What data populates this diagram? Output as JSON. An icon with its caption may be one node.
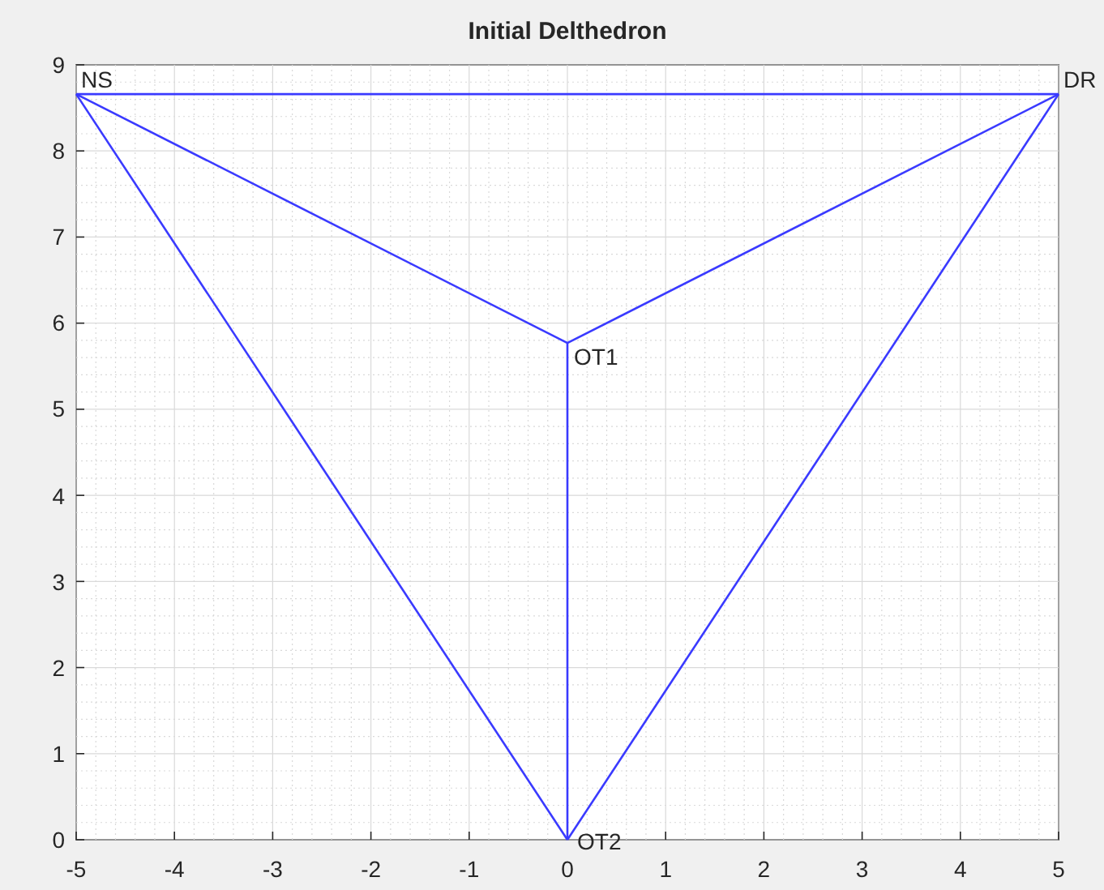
{
  "diagram": {
    "title": "Initial Delthedron",
    "nodes": [
      {
        "text": [
          "NS"
        ]
      },
      {
        "text": [
          "DR"
        ]
      },
      {
        "text": [
          "OT1"
        ]
      },
      {
        "text": [
          "OT2"
        ]
      }
    ],
    "edges": [
      {
        "from": 0,
        "to": 1,
        "arrow": "none"
      },
      {
        "from": 0,
        "to": 2,
        "arrow": "none"
      },
      {
        "from": 1,
        "to": 2,
        "arrow": "none"
      },
      {
        "from": 0,
        "to": 3,
        "arrow": "none"
      },
      {
        "from": 1,
        "to": 3,
        "arrow": "none"
      },
      {
        "from": 2,
        "to": 3,
        "arrow": "none"
      }
    ],
    "labels": [
      "9",
      "8",
      "7",
      "6",
      "5",
      "4",
      "3",
      "2",
      "1",
      "0",
      "-5",
      "-4",
      "-3",
      "-2",
      "-1",
      "0",
      "1",
      "2",
      "3",
      "4",
      "5"
    ]
  }
}
